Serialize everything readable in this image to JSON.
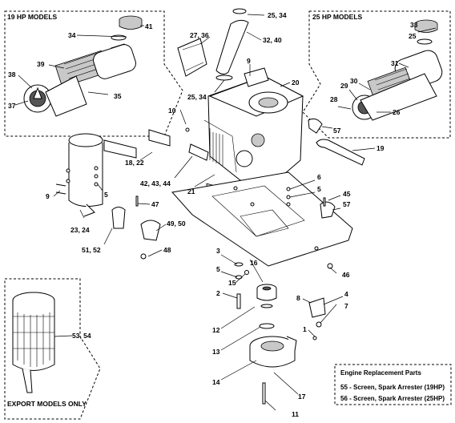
{
  "groups": {
    "hp19": "19 HP MODELS",
    "hp25": "25 HP MODELS",
    "export": "EXPORT MODELS ONLY"
  },
  "replacement_box": {
    "title": "Engine Replacement Parts",
    "line1": "55 - Screen, Spark Arrester (19HP)",
    "line2": "56 - Screen, Spark Arrester (25HP)"
  },
  "callouts": {
    "c41": "41",
    "c34a": "34",
    "c39": "39",
    "c38": "38",
    "c35": "35",
    "c37": "37",
    "c2734": "25, 34",
    "c2736": "27, 36",
    "c3240": "32, 40",
    "c9a": "9",
    "c2534b": "25, 34",
    "c20": "20",
    "c10": "10",
    "c1822": "18, 22",
    "c5a": "5",
    "c9b": "9",
    "c2324": "23, 24",
    "c424344": "42, 43, 44",
    "c21": "21",
    "c47": "47",
    "c4950": "49, 50",
    "c5152": "51, 52",
    "c48": "48",
    "c33": "33",
    "c25": "25",
    "c31": "31",
    "c30": "30",
    "c29": "29",
    "c28": "28",
    "c26": "26",
    "c57a": "57",
    "c19": "19",
    "c6": "6",
    "c5b": "5",
    "c45": "45",
    "c57b": "57",
    "c3": "3",
    "c16": "16",
    "c46": "46",
    "c5c": "5",
    "c15": "15",
    "c2": "2",
    "c8": "8",
    "c4": "4",
    "c7": "7",
    "c12": "12",
    "c1": "1",
    "c13": "13",
    "c14": "14",
    "c17": "17",
    "c11": "11",
    "c5354": "53, 54"
  }
}
